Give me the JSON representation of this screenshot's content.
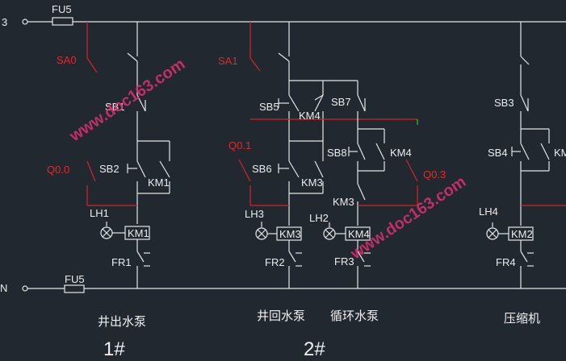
{
  "diagram": {
    "rails": {
      "top_left_mark": "3",
      "bottom_left_mark": "N",
      "top_fuse": "FU5",
      "bottom_fuse": "FU5"
    },
    "labels": {
      "sa0": "SA0",
      "sa1": "SA1",
      "sb1": "SB1",
      "sb2": "SB2",
      "sb5": "SB5",
      "sb6": "SB6",
      "sb7": "SB7",
      "sb8": "SB8",
      "sb3": "SB3",
      "sb4": "SB4",
      "km1": "KM1",
      "km1_coil": "KM1",
      "km2_coil": "KM2",
      "km3": "KM3",
      "km3b": "KM3",
      "km3_coil": "KM3",
      "km4a": "KM4",
      "km4b": "KM4",
      "km4_coil": "KM4",
      "km_cut": "KM",
      "q00": "Q0.0",
      "q01": "Q0.1",
      "q03": "Q0.3",
      "lh1": "LH1",
      "lh2": "LH2",
      "lh3": "LH3",
      "lh4": "LH4",
      "fr1": "FR1",
      "fr2": "FR2",
      "fr3": "FR3",
      "fr4": "FR4"
    },
    "captions": {
      "well_pump": "井出水泵",
      "return_pump": "井回水泵",
      "circ_pump": "循环水泵",
      "compressor": "压缩机",
      "group1": "1#",
      "group2": "2#"
    },
    "watermark": "www.doc163.com"
  },
  "colors": {
    "background": "#212830",
    "wire": "#e6e6e6",
    "plc": "#d42525",
    "watermark": "#d42f6e"
  }
}
